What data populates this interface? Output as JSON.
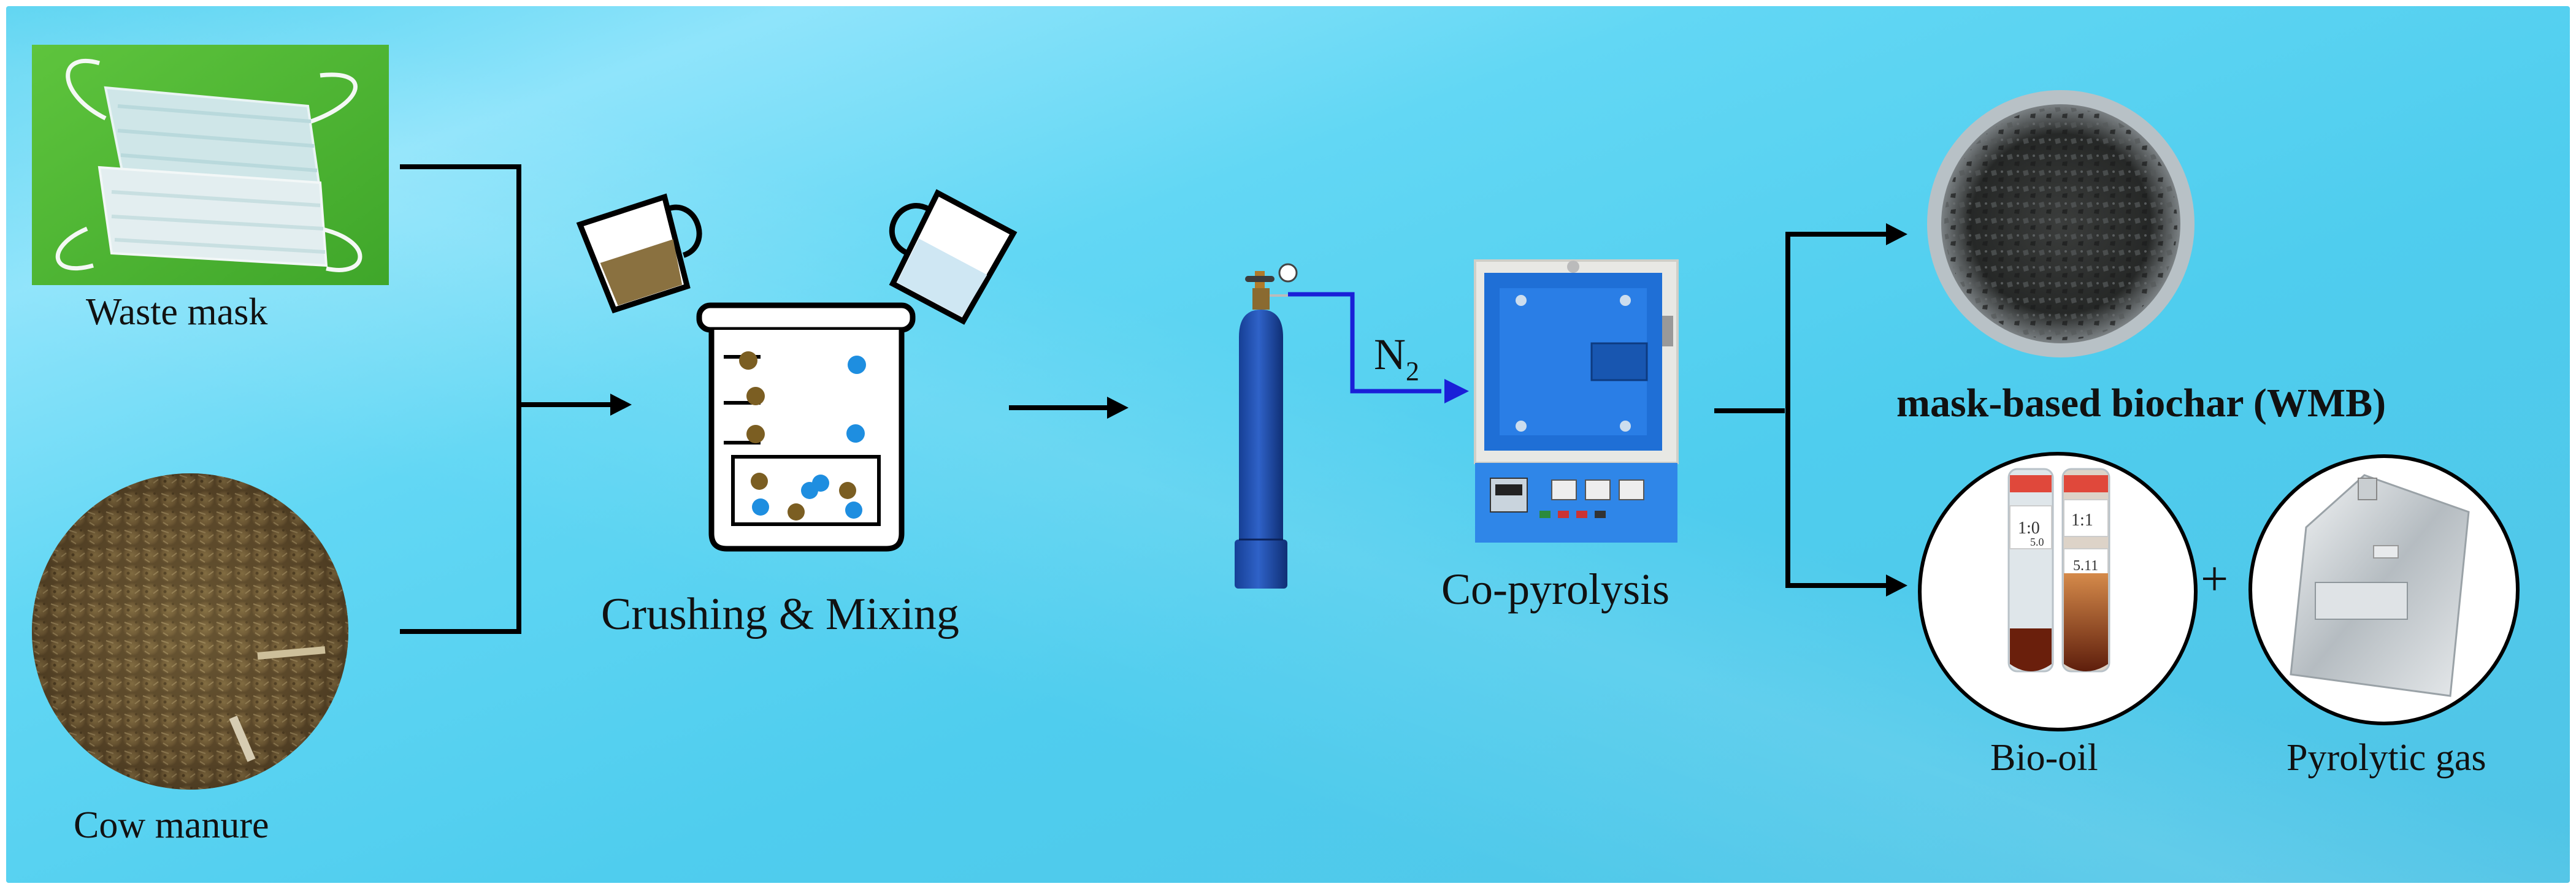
{
  "labels": {
    "waste_mask": "Waste mask",
    "cow_manure": "Cow manure",
    "crushing_mixing": "Crushing & Mixing",
    "n2_main": "N",
    "n2_sub": "2",
    "co_pyrolysis": "Co-pyrolysis",
    "biochar": "mask-based biochar (WMB)",
    "bio_oil": "Bio-oil",
    "pyrolytic_gas": "Pyrolytic gas",
    "plus": "+"
  },
  "tube_labels": {
    "tube1_top": "1:0",
    "tube1_sub": "5.0",
    "tube2_top": "1:1",
    "tube2_sub": "5.11"
  },
  "colors": {
    "background": "#57d3f1",
    "arrow": "#000000",
    "gas_line": "#1a20d8",
    "furnace_blue": "#1f6fd6",
    "cylinder_blue": "#1f4fb0"
  }
}
